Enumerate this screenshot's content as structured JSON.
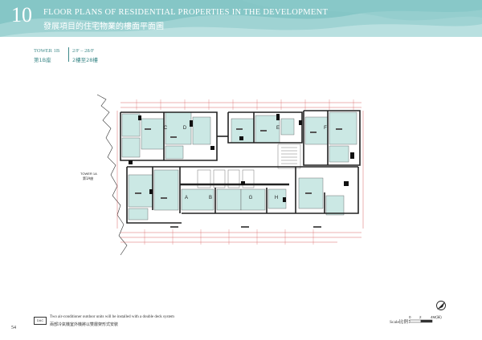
{
  "header": {
    "chapter_number": "10",
    "title_en": "FLOOR PLANS OF RESIDENTIAL PROPERTIES IN THE DEVELOPMENT",
    "title_zh": "發展項目的住宅物業的樓面平面圖",
    "banner_color": "#9fd3d3",
    "banner_dark": "#6fbcbc"
  },
  "tower": {
    "name_en": "TOWER 1B",
    "name_zh": "第1B座",
    "floors_en": "2/F – 28/F",
    "floors_zh": "2樓至28樓"
  },
  "plan": {
    "adjacent_tower_en": "TOWER 1A",
    "adjacent_tower_zh": "第1A座",
    "flat_labels": [
      "C",
      "D",
      "E",
      "F",
      "A",
      "B",
      "G",
      "H"
    ],
    "room_fill": "#cbe8e4",
    "wall_color": "#222222"
  },
  "footer": {
    "ac_symbol": "DAC",
    "note_en": "Two air-conditioner outdoor units will be installed with a double deck system",
    "note_zh": "兩部冷氣機室外機將以雙層架形式安裝",
    "page_number": "54",
    "scale_label": "Scale比例：",
    "scale_ticks": [
      "0",
      "2",
      "4M(米)"
    ]
  }
}
